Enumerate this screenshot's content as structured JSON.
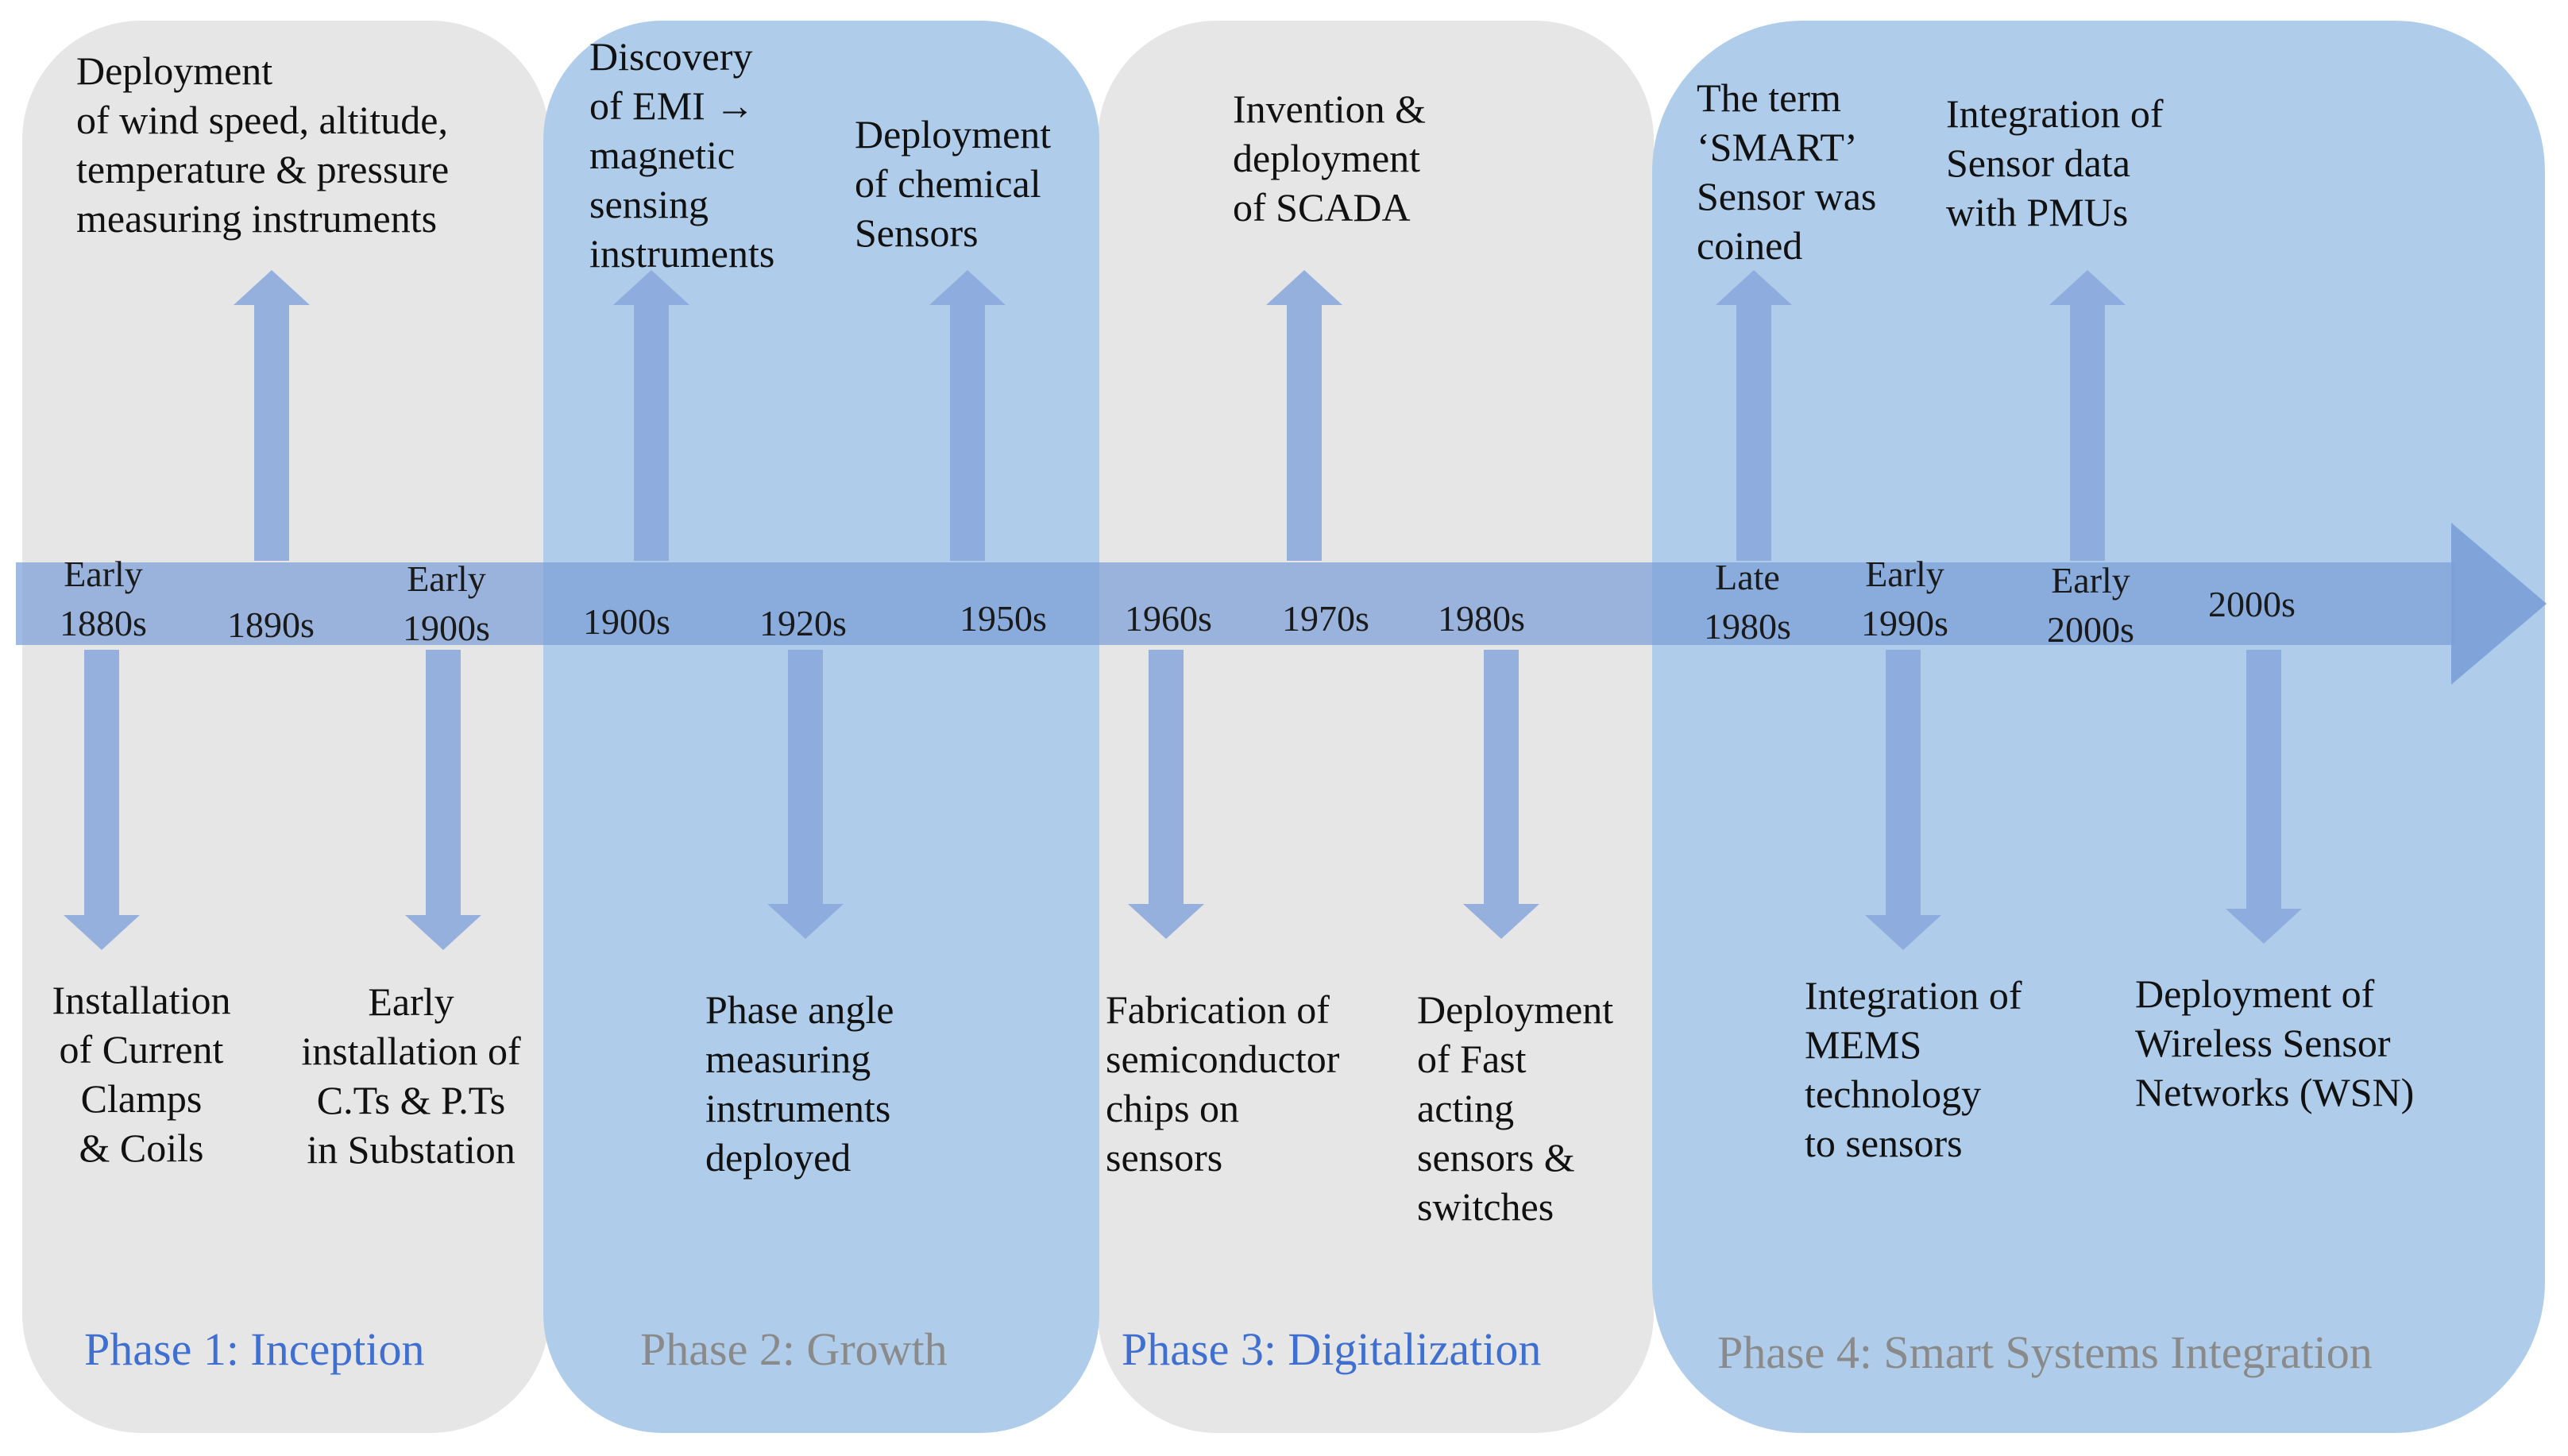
{
  "phases": [
    {
      "title": "Phase 1: Inception",
      "color": "#3f6fd0"
    },
    {
      "title": "Phase 2: Growth",
      "color": "#8a8a8a"
    },
    {
      "title": "Phase 3: Digitalization",
      "color": "#3f6fd0"
    },
    {
      "title": "Phase 4: Smart Systems Integration",
      "color": "#8a8a8a"
    }
  ],
  "years": [
    "Early\n1880s",
    "1890s",
    "Early\n1900s",
    "1900s",
    "1920s",
    "1950s",
    "1960s",
    "1970s",
    "1980s",
    "Late\n1980s",
    "Early\n1990s",
    "Early\n2000s",
    "2000s"
  ],
  "events_above": [
    "Deployment\nof wind speed, altitude,\ntemperature & pressure\nmeasuring instruments",
    "Discovery\nof EMI →\nmagnetic\nsensing\ninstruments",
    "Deployment\nof chemical\nSensors",
    "Invention &\ndeployment\nof SCADA",
    "The term\n‘SMART’\nSensor was\n coined",
    "Integration of\nSensor data\nwith PMUs"
  ],
  "events_below": [
    "Installation\nof Current\nClamps\n& Coils",
    "Early\ninstallation of\nC.Ts & P.Ts\nin Substation",
    "Phase angle\nmeasuring\ninstruments\ndeployed",
    "Fabrication of\nsemiconductor\nchips on\nsensors",
    "Deployment\nof Fast\nacting\nsensors &\nswitches",
    "Integration of\nMEMS\ntechnology\nto sensors",
    "Deployment of\nWireless Sensor\nNetworks (WSN)"
  ],
  "colors": {
    "panel_grey": "#e6e6e6",
    "panel_blue": "#afcdea",
    "timeline": "#7b9fd8",
    "arrow": "#8aa9dc"
  }
}
